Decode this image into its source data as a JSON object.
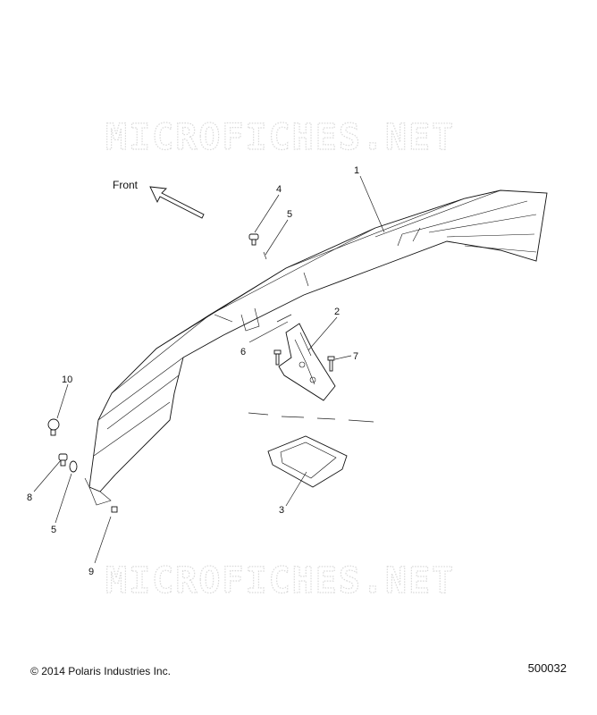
{
  "watermark": {
    "text": "MICROFICHES.NET"
  },
  "front_label": "Front",
  "callouts": [
    "1",
    "2",
    "3",
    "4",
    "5",
    "5",
    "6",
    "7",
    "8",
    "9",
    "10"
  ],
  "footer": {
    "copyright_symbol": "©",
    "copyright_text": "2014 Polaris Industries Inc.",
    "diagram_id": "500032"
  }
}
